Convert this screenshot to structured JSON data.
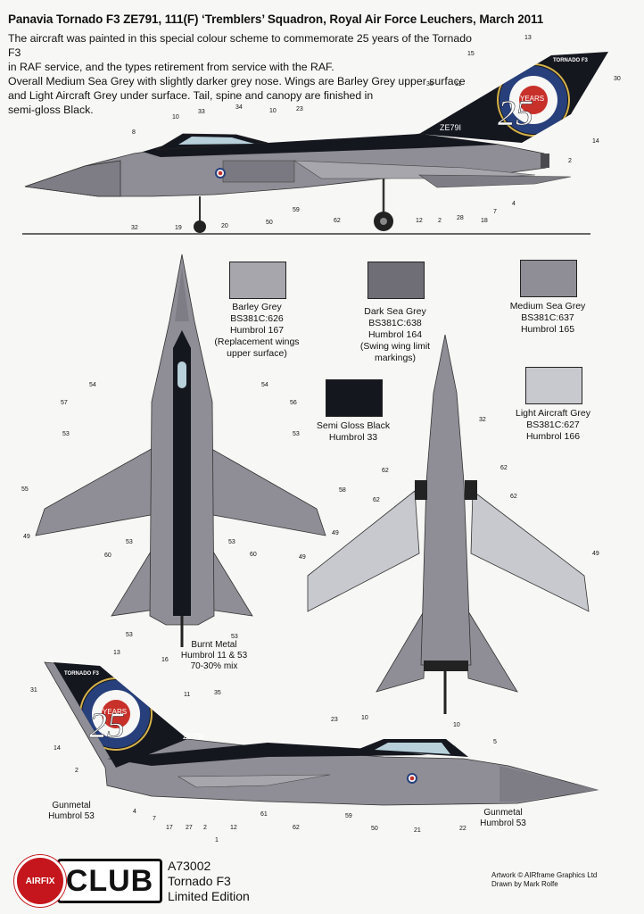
{
  "header": {
    "title": "Panavia Tornado F3 ZE791, 111(F) ‘Tremblers’ Squadron, Royal Air Force Leuchers, March 2011",
    "lines": [
      "The aircraft was painted in this special colour scheme to commemorate 25 years of the Tornado F3",
      "in RAF service, and the types retirement from service with the RAF.",
      "Overall Medium Sea Grey with slightly darker grey nose. Wings are Barley Grey upper surface",
      "and Light Aircraft Grey under surface. Tail, spine and canopy are finished in",
      "semi-gloss Black."
    ]
  },
  "aircraft": {
    "serial": "ZE79I",
    "tail_text": "TORNADO F3",
    "anniv_text": "YEARS",
    "anniv_number": "25"
  },
  "colours": {
    "barley": "#a7a6ad",
    "dark_sea": "#6f6e76",
    "medium_sea": "#8f8e96",
    "black": "#15171f",
    "light_aircraft": "#c8c9ce",
    "roundel_red": "#c8302a",
    "roundel_blue": "#27407c",
    "gold": "#d6b24a"
  },
  "swatches": [
    {
      "lines": [
        "Barley Grey",
        "BS381C:626",
        "Humbrol 167",
        "(Replacement wings",
        "upper surface)"
      ]
    },
    {
      "lines": [
        "Dark Sea Grey",
        "BS381C:638",
        "Humbrol 164",
        "(Swing wing limit",
        "markings)"
      ]
    },
    {
      "lines": [
        "Medium Sea Grey",
        "BS381C:637",
        "Humbrol 165"
      ]
    },
    {
      "lines": [
        "Semi Gloss Black",
        "Humbrol 33"
      ]
    },
    {
      "lines": [
        "Light Aircraft Grey",
        "BS381C:627",
        "Humbrol 166"
      ]
    }
  ],
  "notes": {
    "burnt_metal": [
      "Burnt Metal",
      "Humbrol 11 & 53",
      "70-30% mix"
    ],
    "gunmetal_left": [
      "Gunmetal",
      "Humbrol 53"
    ],
    "gunmetal_right": [
      "Gunmetal",
      "Humbrol 53"
    ]
  },
  "footer": {
    "airfix": "AIRFIX",
    "club": "CLUB",
    "kit_lines": [
      "A73002",
      "Tornado F3",
      "Limited Edition"
    ],
    "credit_lines": [
      "Artwork © AIRframe Graphics Ltd",
      "Drawn by Mark Rolfe"
    ]
  },
  "callouts": {
    "top_side": [
      "13",
      "30",
      "15",
      "35",
      "11",
      "34",
      "33",
      "10",
      "10",
      "23",
      "8",
      "14",
      "2",
      "4",
      "7",
      "18",
      "28",
      "2",
      "12",
      "62",
      "59",
      "50",
      "20",
      "19",
      "32"
    ],
    "plan": [
      "54",
      "54",
      "57",
      "56",
      "53",
      "53",
      "55",
      "58",
      "49",
      "49",
      "53",
      "53",
      "60",
      "60",
      "53",
      "53"
    ],
    "under": [
      "32",
      "62",
      "62",
      "62",
      "62",
      "49",
      "49"
    ],
    "bottom_side": [
      "13",
      "16",
      "31",
      "11",
      "35",
      "14",
      "23",
      "10",
      "10",
      "5",
      "2",
      "4",
      "7",
      "17",
      "27",
      "2",
      "1",
      "12",
      "61",
      "62",
      "59",
      "50",
      "21",
      "22"
    ]
  }
}
